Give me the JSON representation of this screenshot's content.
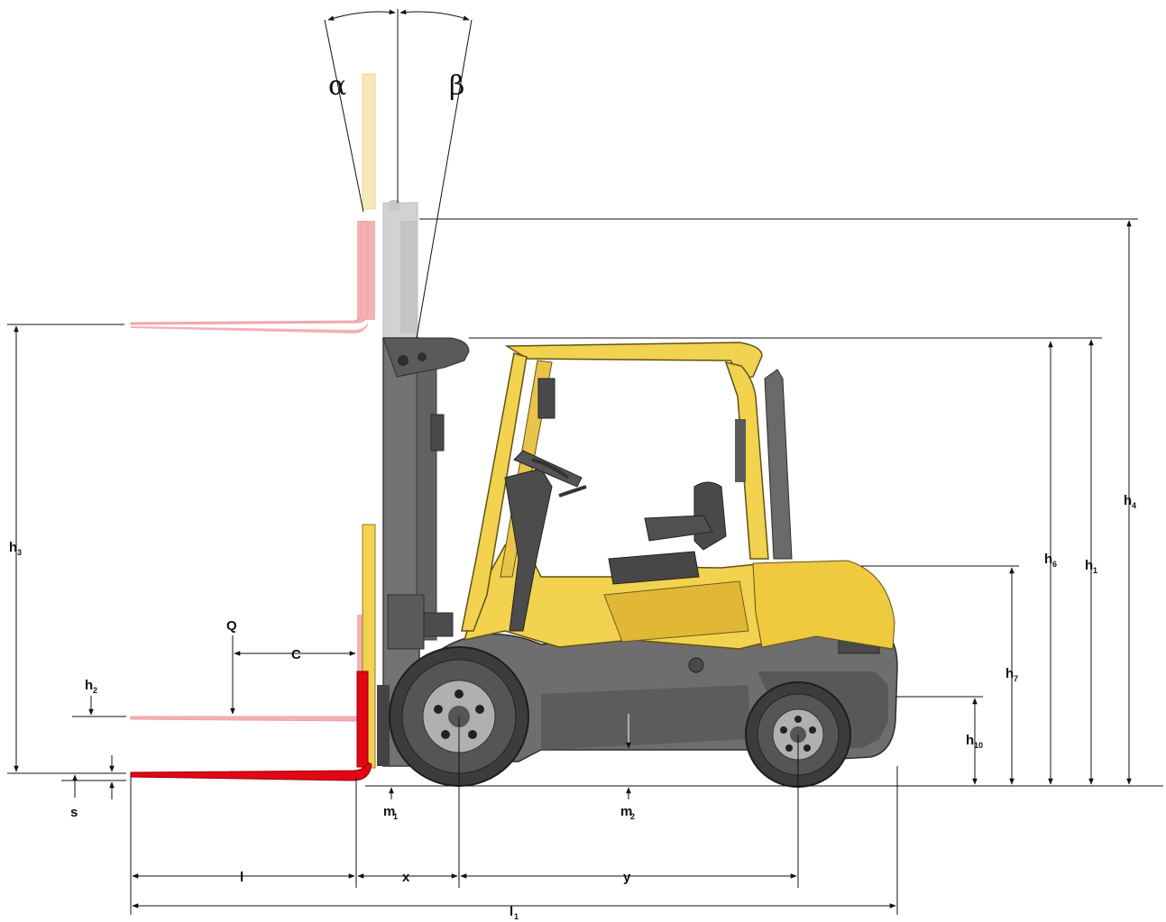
{
  "colors": {
    "body_yellow": "#f2d24e",
    "body_shade": "#e0b836",
    "chassis_gray": "#6e6e6e",
    "tire_dark": "#3c3c3c",
    "mast_gray": "#727272",
    "fork_red": "#e30613",
    "fork_ghost": "#f4b1b4",
    "carriage_ghost": "#f6e9b8",
    "mast_ghost": "#d2d2d2",
    "dim_line": "#111111"
  },
  "icons": {
    "forklift": "forklift-side-view",
    "arrowheads": "filled-triangle"
  },
  "labels": {
    "alpha": "α",
    "beta": "β",
    "h3": "h",
    "h3_sub": "3",
    "h2": "h",
    "h2_sub": "2",
    "s": "s",
    "q": "Q",
    "c": "C",
    "m1": "m",
    "m1_sub": "1",
    "m2": "m",
    "m2_sub": "2",
    "l": "l",
    "x": "x",
    "y": "y",
    "l1": "l",
    "l1_sub": "1",
    "h4": "h",
    "h4_sub": "4",
    "h1": "h",
    "h1_sub": "1",
    "h6": "h",
    "h6_sub": "6",
    "h7": "h",
    "h7_sub": "7",
    "h10": "h",
    "h10_sub": "10"
  }
}
